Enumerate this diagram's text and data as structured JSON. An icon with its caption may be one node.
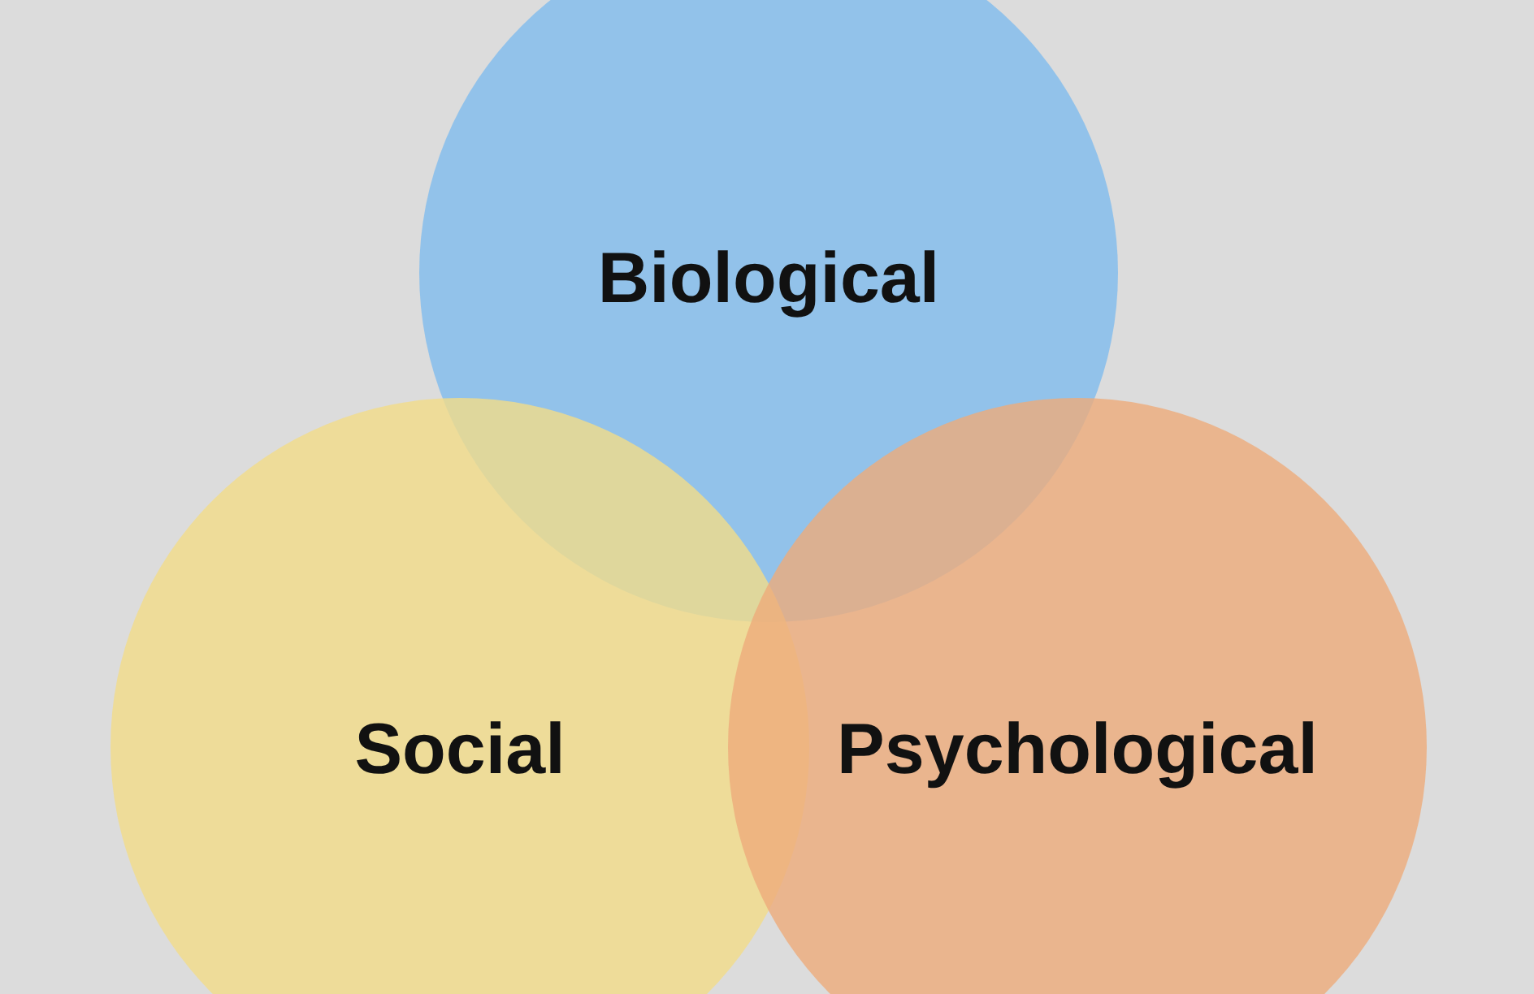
{
  "diagram": {
    "nodes": [
      {
        "text": [
          "Biological"
        ]
      },
      {
        "text": [
          "Social"
        ]
      },
      {
        "text": [
          "Psychological"
        ]
      }
    ]
  }
}
